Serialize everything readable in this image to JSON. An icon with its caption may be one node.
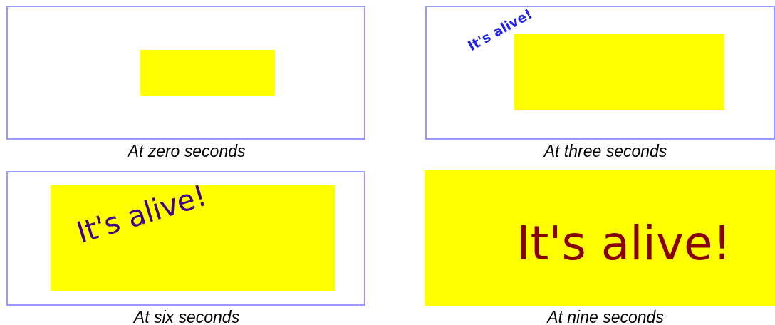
{
  "diagram": {
    "nodes": [
      {
        "text": [],
        "shape": "box"
      },
      {
        "text": [],
        "shape": "box",
        "in": 0
      },
      {
        "text": [
          "It's alive!"
        ]
      },
      {
        "text": [],
        "shape": "box",
        "in": 2
      },
      {
        "text": [],
        "shape": "box"
      },
      {
        "text": [
          "It's alive!"
        ],
        "in": 4
      },
      {
        "text": [
          "It's alive!"
        ]
      }
    ],
    "labels": [
      "At zero seconds",
      "At three seconds",
      "At six seconds",
      "At nine seconds"
    ]
  }
}
